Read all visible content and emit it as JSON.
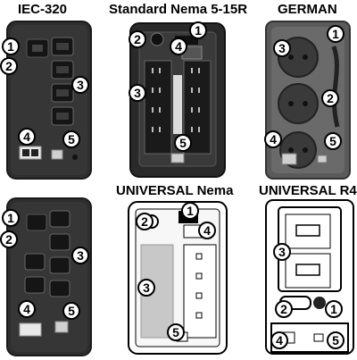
{
  "panels": [
    {
      "id": "iec320",
      "title": "IEC-320"
    },
    {
      "id": "nema515r",
      "title": "Standard Nema 5-15R"
    },
    {
      "id": "german",
      "title": "GERMAN"
    },
    {
      "id": "iec320_b",
      "title": ""
    },
    {
      "id": "universal_nema",
      "title": "UNIVERSAL Nema"
    },
    {
      "id": "universal_r4",
      "title": "UNIVERSAL R4"
    }
  ],
  "callouts": {
    "n1": "1",
    "n2": "2",
    "n3": "3",
    "n4": "4",
    "n5": "5"
  },
  "colors": {
    "case_dark": "#2e2e2e",
    "case_mid": "#3c3c3c",
    "outlet_black": "#151515",
    "outline": "#000000",
    "callout_fill": "#ffffff"
  }
}
